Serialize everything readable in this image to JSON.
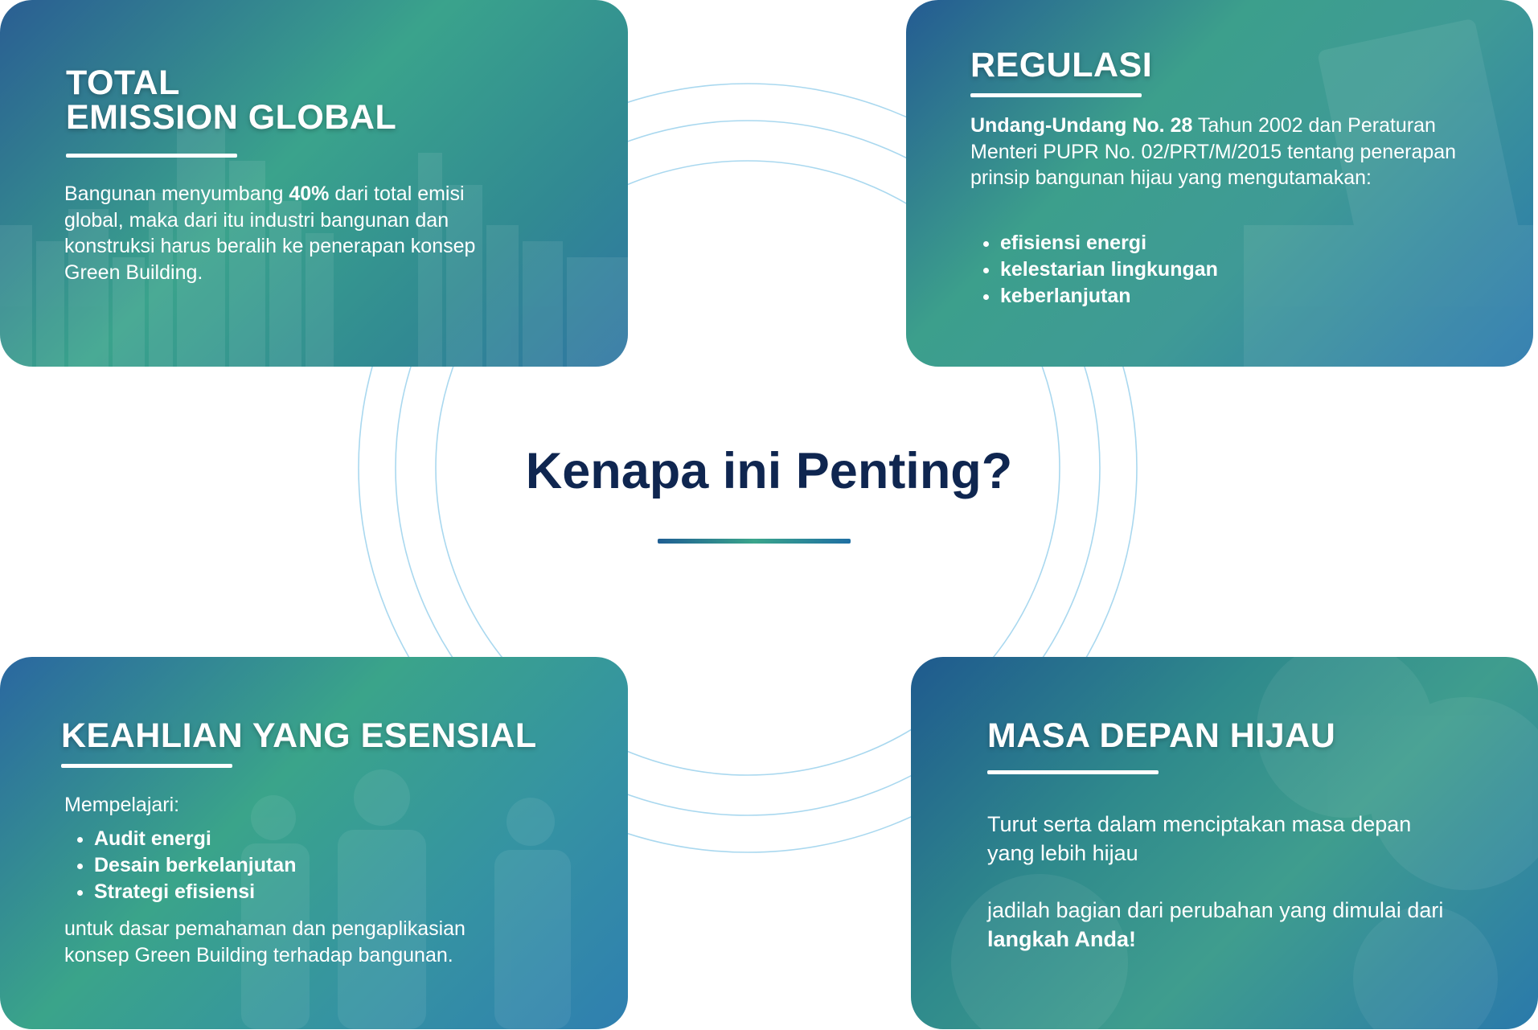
{
  "title": "Kenapa ini Penting?",
  "colors": {
    "title": "#0f2650",
    "card_blue": "#2a6aa3",
    "card_green": "#3ca58b",
    "ring": "#a9d8ef"
  },
  "cards": {
    "emission": {
      "heading_line1": "TOTAL",
      "heading_line2": "EMISSION GLOBAL",
      "text_before": "Bangunan menyumbang ",
      "text_bold": "40%",
      "text_after": " dari total emisi global, maka dari itu industri bangunan dan konstruksi harus beralih ke penerapan konsep Green Building."
    },
    "regulasi": {
      "heading": "REGULASI",
      "text_bold": "Undang-Undang No. 28",
      "text_after": " Tahun 2002 dan Peraturan Menteri PUPR No. 02/PRT/M/2015 tentang penerapan prinsip bangunan hijau yang mengutamakan:",
      "items": [
        "efisiensi energi",
        "kelestarian lingkungan",
        "keberlanjutan"
      ]
    },
    "keahlian": {
      "heading": "KEAHLIAN YANG ESENSIAL",
      "intro": "Mempelajari:",
      "items": [
        "Audit energi",
        "Desain berkelanjutan",
        "Strategi efisiensi"
      ],
      "outro": "untuk dasar pemahaman dan pengaplikasian konsep Green Building terhadap bangunan."
    },
    "masa": {
      "heading": "MASA DEPAN HIJAU",
      "para1": "Turut serta dalam menciptakan masa depan yang lebih hijau",
      "para2_before": " jadilah bagian dari perubahan yang dimulai dari ",
      "para2_bold": "langkah Anda!"
    }
  }
}
